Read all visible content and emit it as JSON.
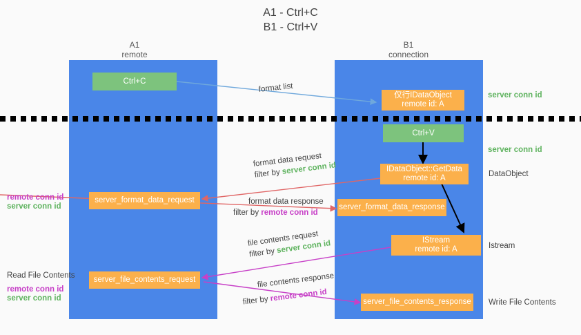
{
  "title": "A1 - Ctrl+C\nB1 - Ctrl+V",
  "colors": {
    "lane": "#4a86e8",
    "green_box": "#7dc37d",
    "orange_box": "#fbb04b",
    "server_conn_id": "#5fb35f",
    "remote_conn_id": "#c740c7",
    "arrow_blue": "#6fa8dc",
    "arrow_red": "#e06666",
    "arrow_magenta": "#c740c7",
    "arrow_black": "#000000",
    "background": "#fafafa"
  },
  "lanes": [
    {
      "name": "A1",
      "sub": "remote",
      "header": "A1\nremote"
    },
    {
      "name": "B1",
      "sub": "connection",
      "header": "B1\nconnection"
    }
  ],
  "nodes": [
    {
      "id": "ctrl-c",
      "label": "Ctrl+C",
      "color": "green",
      "lane": "A1"
    },
    {
      "id": "ifr-idataobject",
      "label": "仅行IDataObject\nremote id: A",
      "color": "orange",
      "lane": "B1"
    },
    {
      "id": "ctrl-v",
      "label": "Ctrl+V",
      "color": "green",
      "lane": "B1"
    },
    {
      "id": "idataobject-getdata",
      "label": "IDataObject::GetData\nremote id: A",
      "color": "orange",
      "lane": "B1"
    },
    {
      "id": "server-format-data-request",
      "label": "server_format_data_request",
      "color": "orange",
      "lane": "A1"
    },
    {
      "id": "server-format-data-response",
      "label": "server_format_data_response",
      "color": "orange",
      "lane": "B1"
    },
    {
      "id": "istream",
      "label": "IStream\nremote id: A",
      "color": "orange",
      "lane": "B1"
    },
    {
      "id": "server-file-contents-request",
      "label": "server_file_contents_request",
      "color": "orange",
      "lane": "A1"
    },
    {
      "id": "server-file-contents-response",
      "label": "server_file_contents_response",
      "color": "orange",
      "lane": "B1"
    }
  ],
  "right_labels": [
    {
      "id": "right-server-conn-id-1",
      "text": "server conn id",
      "style": "green"
    },
    {
      "id": "right-server-conn-id-2",
      "text": "server conn id",
      "style": "green"
    },
    {
      "id": "right-dataobject",
      "text": "DataObject",
      "style": "dark"
    },
    {
      "id": "right-istream",
      "text": "Istream",
      "style": "dark"
    },
    {
      "id": "right-write-file-contents",
      "text": "Write File Contents",
      "style": "dark"
    }
  ],
  "left_labels": [
    {
      "id": "left-remote-conn-id-1",
      "text": "remote conn id",
      "style": "purple"
    },
    {
      "id": "left-server-conn-id-1",
      "text": "server conn id",
      "style": "green"
    },
    {
      "id": "left-read-file-contents",
      "text": "Read File Contents",
      "style": "dark"
    },
    {
      "id": "left-remote-conn-id-2",
      "text": "remote conn id",
      "style": "purple"
    },
    {
      "id": "left-server-conn-id-2",
      "text": "server conn id",
      "style": "green"
    }
  ],
  "edge_captions": {
    "format_list": "format list",
    "format_data_request": "format data request",
    "format_data_request_filter_prefix": "filter by ",
    "format_data_request_filter_value": "server conn id",
    "format_data_response": "format data response",
    "format_data_response_filter_prefix": "filter by ",
    "format_data_response_filter_value": "remote conn id",
    "file_contents_request": "file contents request",
    "file_contents_request_filter_prefix": "filter by ",
    "file_contents_request_filter_value": "server conn id",
    "file_contents_response": "file contents response",
    "file_contents_response_filter_prefix": "filter by ",
    "file_contents_response_filter_value": "remote conn id"
  }
}
